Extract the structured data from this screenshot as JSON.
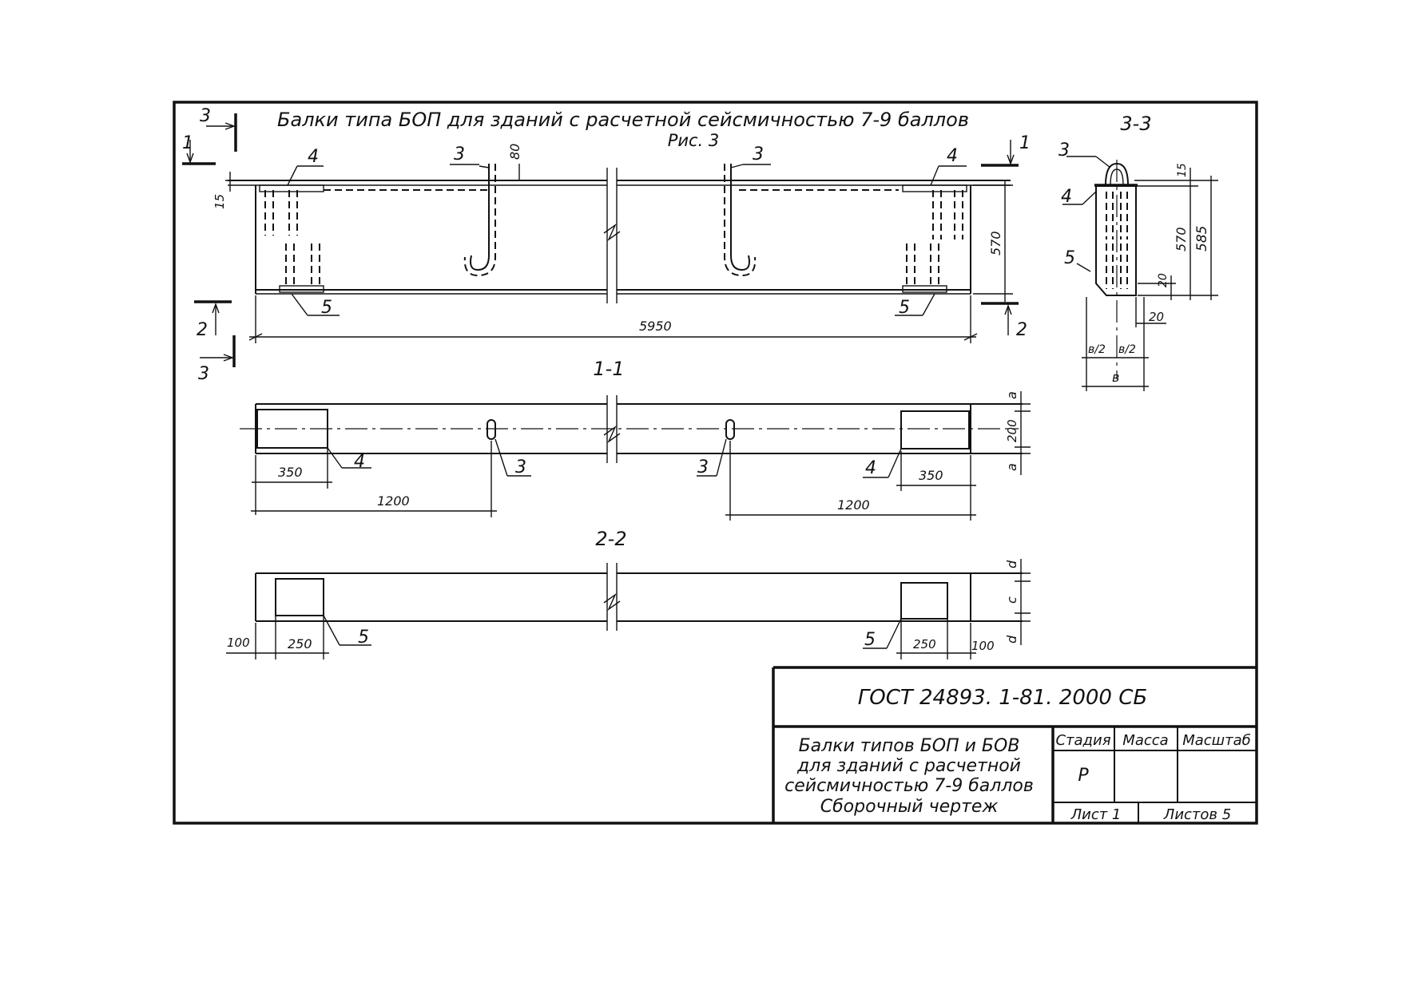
{
  "drawing": {
    "title": "Балки типа БОП для зданий с расчетной сейсмичностью 7-9 баллов",
    "figure": "Рис. 3",
    "section_marks": {
      "s1": "1",
      "s2": "2",
      "s3": "3"
    },
    "section_titles": {
      "v11": "1-1",
      "v22": "2-2",
      "v33": "3-3"
    },
    "callouts": {
      "n3": "3",
      "n4": "4",
      "n5": "5"
    },
    "dims_main": {
      "d15": "15",
      "d80": "80",
      "d570": "570",
      "d5950": "5950"
    },
    "dims_1_1": {
      "d350": "350",
      "d1200": "1200",
      "d1200_left": "1200",
      "d200": "200",
      "a": "a"
    },
    "dims_2_2": {
      "d100": "100",
      "d250": "250",
      "c": "c",
      "d": "d"
    },
    "dims_3_3": {
      "d15": "15",
      "d570": "570",
      "d585": "585",
      "d20": "20",
      "b_half": "в/2",
      "b": "в"
    }
  },
  "title_block": {
    "code": "ГОСТ 24893. 1-81. 2000 СБ",
    "name_lines": [
      "Балки типов БОП и БОВ",
      "для зданий с расчетной",
      "сейсмичностью 7-9 баллов",
      "Сборочный чертеж"
    ],
    "headers": {
      "stage": "Стадия",
      "mass": "Масса",
      "scale": "Масштаб"
    },
    "stage_value": "Р",
    "sheet": "Лист 1",
    "sheets": "Листов 5"
  }
}
